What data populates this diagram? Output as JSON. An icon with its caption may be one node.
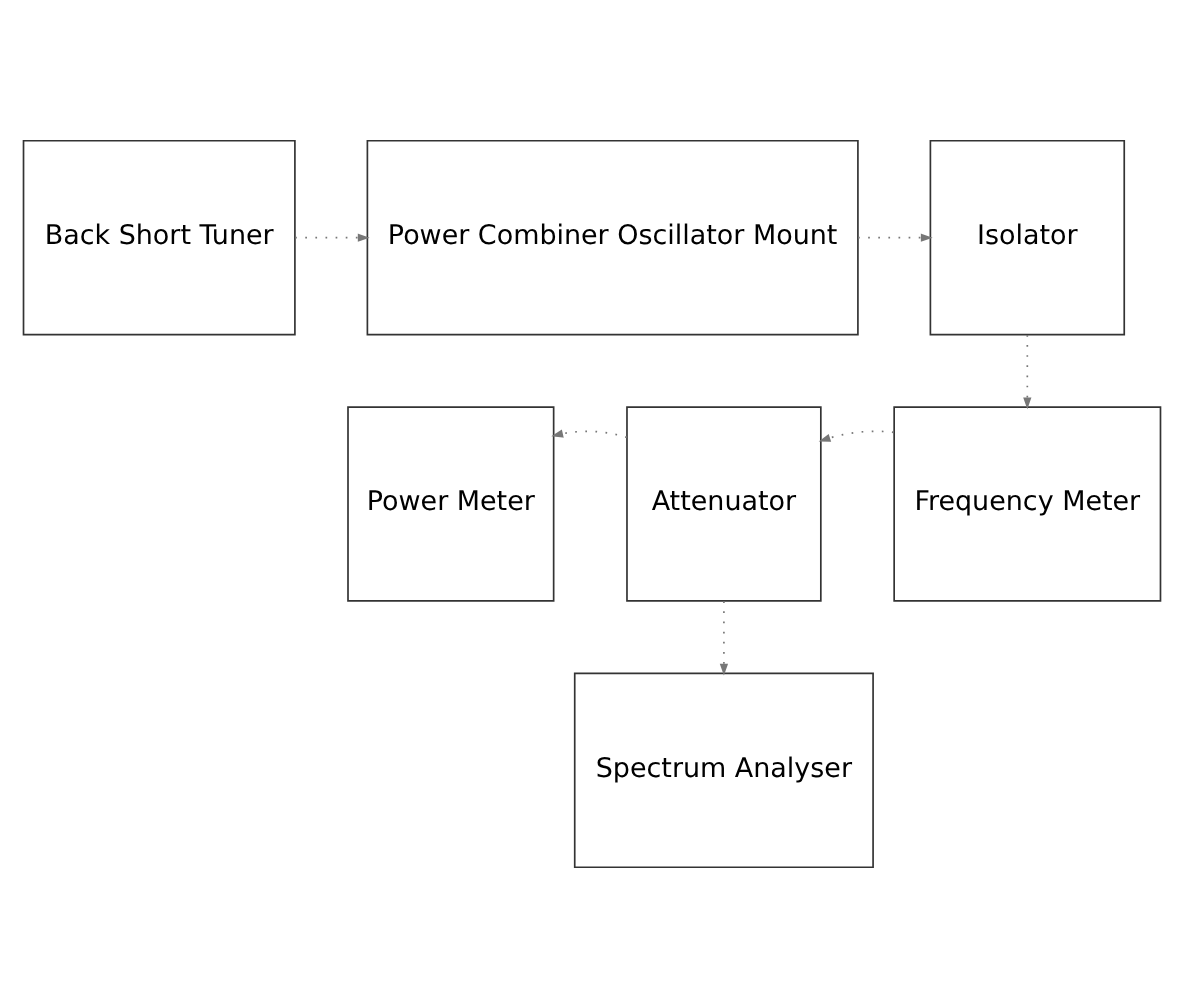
{
  "diagram": {
    "nodes": [
      {
        "text": [
          "Back Short Tuner"
        ]
      },
      {
        "text": [
          "Power Combiner Oscillator Mount"
        ]
      },
      {
        "text": [
          "Isolator"
        ]
      },
      {
        "text": [
          "Frequency Meter"
        ]
      },
      {
        "text": [
          "Attenuator"
        ]
      },
      {
        "text": [
          "Power Meter"
        ]
      },
      {
        "text": [
          "Spectrum Analyser"
        ]
      }
    ],
    "edges": [
      {
        "from": 0,
        "to": 1,
        "arrow": "to"
      },
      {
        "from": 1,
        "to": 2,
        "arrow": "to"
      },
      {
        "from": 2,
        "to": 3,
        "arrow": "to"
      },
      {
        "from": 3,
        "to": 4,
        "arrow": "to"
      },
      {
        "from": 4,
        "to": 5,
        "arrow": "to"
      },
      {
        "from": 4,
        "to": 6,
        "arrow": "to"
      }
    ]
  }
}
